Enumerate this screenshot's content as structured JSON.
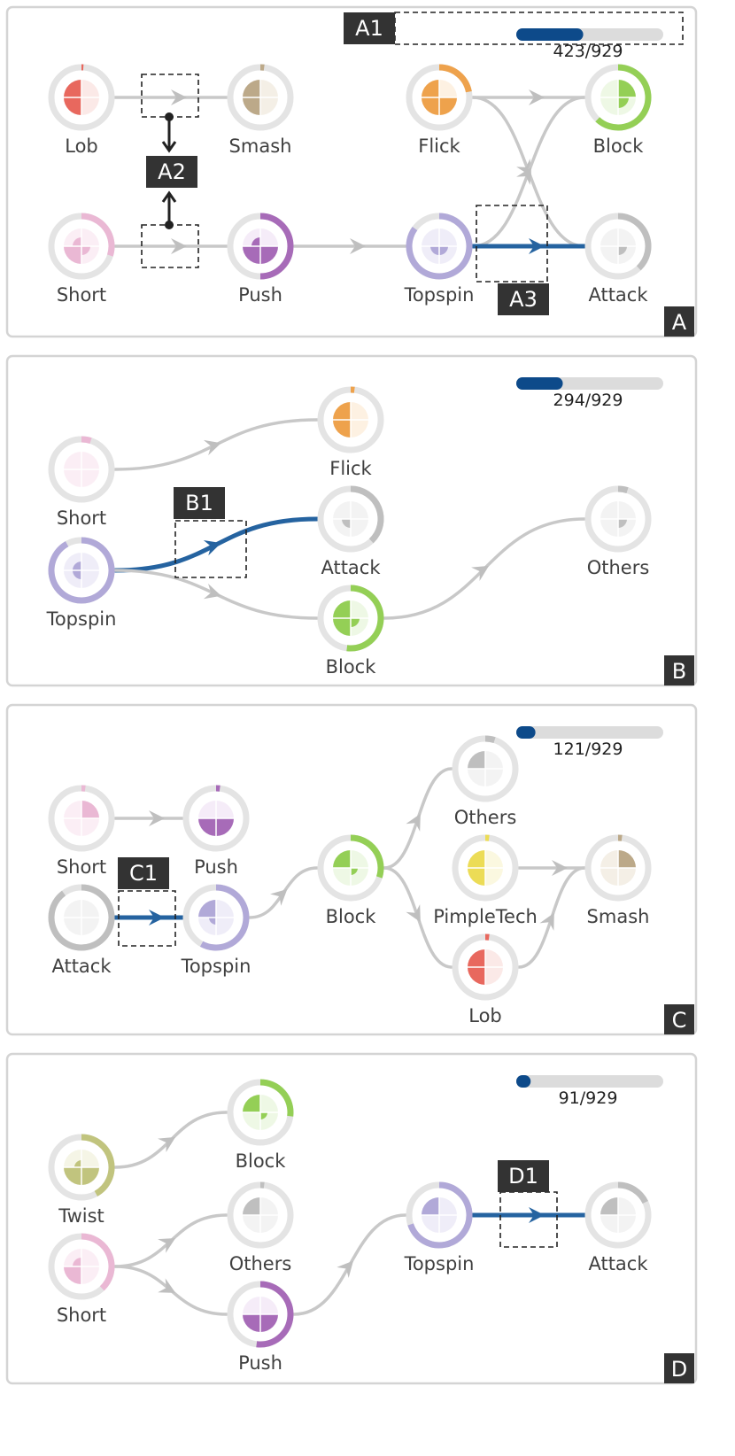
{
  "panels": [
    {
      "id": "A",
      "progress": {
        "value": 423,
        "total": 929,
        "text": "423/929"
      },
      "tags": [
        "A1",
        "A2",
        "A3"
      ],
      "nodes": [
        {
          "label": "Lob",
          "color": "#e8685e",
          "tint": "#fbe9e7",
          "share": 0.01
        },
        {
          "label": "Smash",
          "color": "#bca989",
          "tint": "#f4efe6",
          "share": 0.02
        },
        {
          "label": "Flick",
          "color": "#eea24c",
          "tint": "#fdf1e2",
          "share": 0.22
        },
        {
          "label": "Block",
          "color": "#94cf56",
          "tint": "#eef8e5",
          "share": 0.62
        },
        {
          "label": "Short",
          "color": "#eab8d4",
          "tint": "#fbeef5",
          "share": 0.3
        },
        {
          "label": "Push",
          "color": "#a76bb8",
          "tint": "#f5ecf8",
          "share": 0.5
        },
        {
          "label": "Topspin",
          "color": "#b1a9d8",
          "tint": "#efedf8",
          "share": 0.85
        },
        {
          "label": "Attack",
          "color": "#bfbfbf",
          "tint": "#f3f3f3",
          "share": 0.38
        }
      ]
    },
    {
      "id": "B",
      "progress": {
        "value": 294,
        "total": 929,
        "text": "294/929"
      },
      "tags": [
        "B1"
      ],
      "nodes": [
        {
          "label": "Short",
          "color": "#eab8d4",
          "tint": "#fbeef5",
          "share": 0.05
        },
        {
          "label": "Flick",
          "color": "#eea24c",
          "tint": "#fdf1e2",
          "share": 0.02
        },
        {
          "label": "Attack",
          "color": "#bfbfbf",
          "tint": "#f3f3f3",
          "share": 0.38
        },
        {
          "label": "Others",
          "color": "#bfbfbf",
          "tint": "#f3f3f3",
          "share": 0.05
        },
        {
          "label": "Topspin",
          "color": "#b1a9d8",
          "tint": "#efedf8",
          "share": 0.92
        },
        {
          "label": "Block",
          "color": "#94cf56",
          "tint": "#eef8e5",
          "share": 0.52
        }
      ]
    },
    {
      "id": "C",
      "progress": {
        "value": 121,
        "total": 929,
        "text": "121/929"
      },
      "tags": [
        "C1"
      ],
      "nodes": [
        {
          "label": "Short",
          "color": "#eab8d4",
          "tint": "#fbeef5",
          "share": 0.02
        },
        {
          "label": "Push",
          "color": "#a76bb8",
          "tint": "#f5ecf8",
          "share": 0.02
        },
        {
          "label": "Others",
          "color": "#bfbfbf",
          "tint": "#f3f3f3",
          "share": 0.05
        },
        {
          "label": "Attack",
          "color": "#bfbfbf",
          "tint": "#f3f3f3",
          "share": 0.9
        },
        {
          "label": "Topspin",
          "color": "#b1a9d8",
          "tint": "#efedf8",
          "share": 0.58
        },
        {
          "label": "Block",
          "color": "#94cf56",
          "tint": "#eef8e5",
          "share": 0.3
        },
        {
          "label": "PimpleTech",
          "color": "#ecdc56",
          "tint": "#fbf8e0",
          "share": 0.02
        },
        {
          "label": "Smash",
          "color": "#bca989",
          "tint": "#f4efe6",
          "share": 0.02
        },
        {
          "label": "Lob",
          "color": "#e8685e",
          "tint": "#fbe9e7",
          "share": 0.02
        }
      ]
    },
    {
      "id": "D",
      "progress": {
        "value": 91,
        "total": 929,
        "text": "91/929"
      },
      "tags": [
        "D1"
      ],
      "nodes": [
        {
          "label": "Block",
          "color": "#94cf56",
          "tint": "#eef8e5",
          "share": 0.27
        },
        {
          "label": "Twist",
          "color": "#c1c47e",
          "tint": "#f5f5e6",
          "share": 0.42
        },
        {
          "label": "Others",
          "color": "#bfbfbf",
          "tint": "#f3f3f3",
          "share": 0.02
        },
        {
          "label": "Topspin",
          "color": "#b1a9d8",
          "tint": "#efedf8",
          "share": 0.7
        },
        {
          "label": "Attack",
          "color": "#bfbfbf",
          "tint": "#f3f3f3",
          "share": 0.18
        },
        {
          "label": "Short",
          "color": "#eab8d4",
          "tint": "#fbeef5",
          "share": 0.38
        },
        {
          "label": "Push",
          "color": "#a76bb8",
          "tint": "#f5ecf8",
          "share": 0.52
        }
      ]
    }
  ]
}
